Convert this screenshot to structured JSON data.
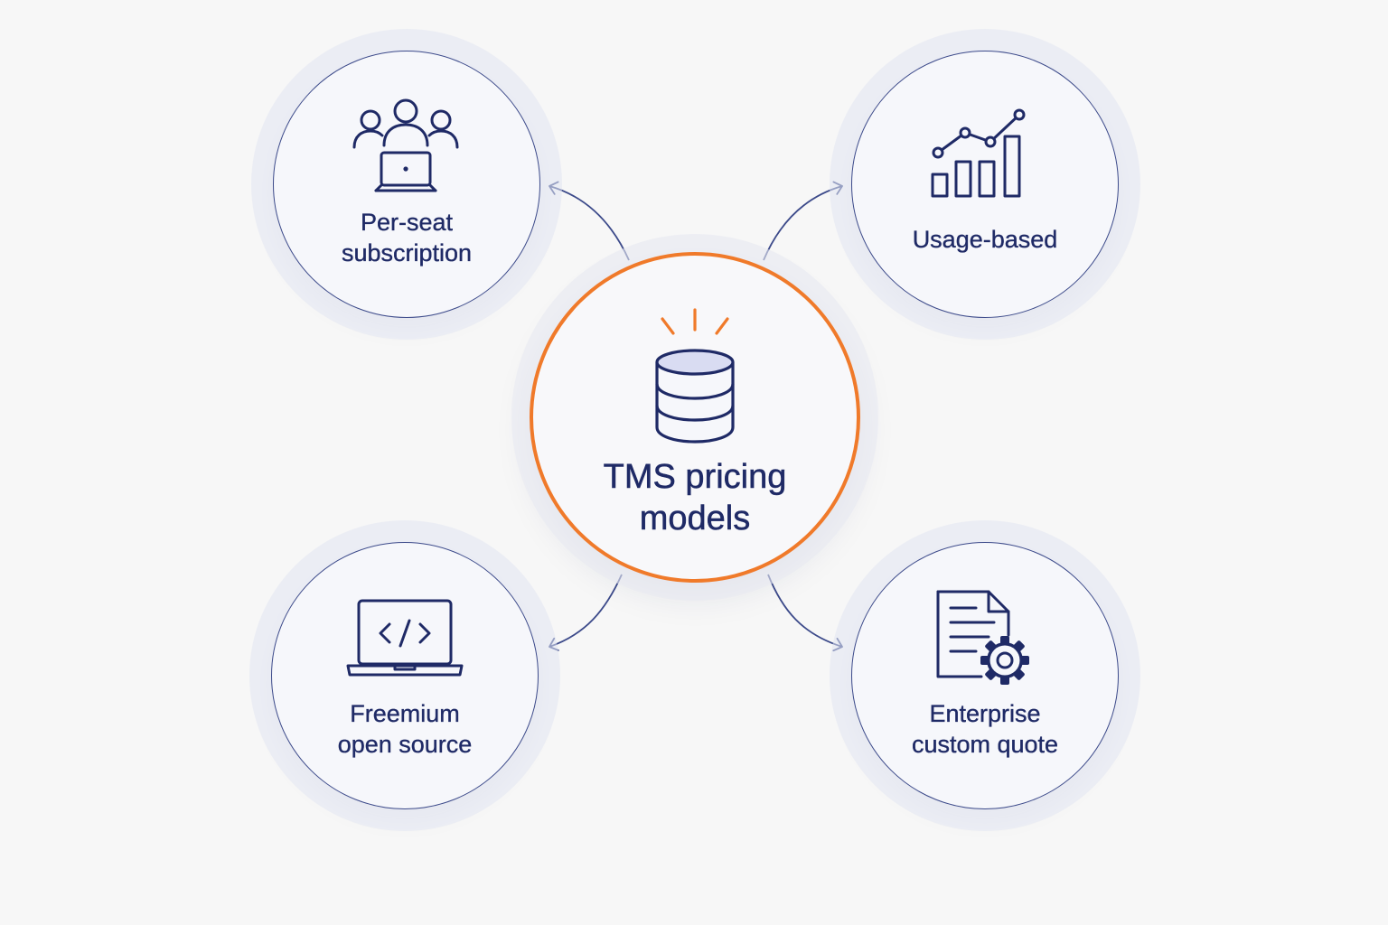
{
  "diagram": {
    "center": {
      "title_line1": "TMS pricing",
      "title_line2": "models",
      "icon": "database-icon"
    },
    "nodes": [
      {
        "id": "per-seat",
        "label_line1": "Per-seat",
        "label_line2": "subscription",
        "icon": "team-laptop-icon"
      },
      {
        "id": "usage-based",
        "label_line1": "Usage-based",
        "label_line2": "",
        "icon": "bar-chart-trend-icon"
      },
      {
        "id": "freemium",
        "label_line1": "Freemium",
        "label_line2": "open source",
        "icon": "code-laptop-icon"
      },
      {
        "id": "enterprise",
        "label_line1": "Enterprise",
        "label_line2": "custom quote",
        "icon": "document-gear-icon"
      }
    ]
  },
  "colors": {
    "background": "#f7f7f7",
    "ink": "#1f2a66",
    "outline": "#3c4a8a",
    "accent": "#f07a2a",
    "icon_fill": "#d9dcf2"
  }
}
